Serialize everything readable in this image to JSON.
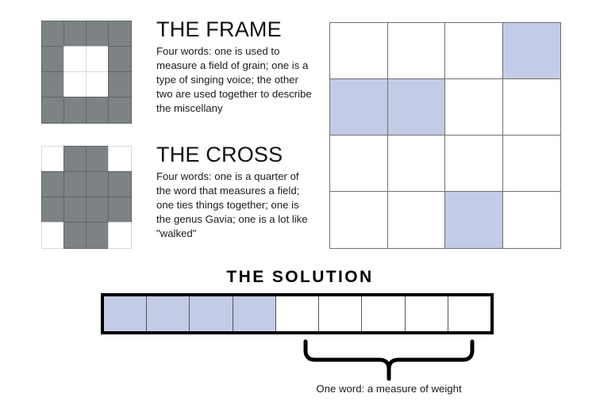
{
  "clues": [
    {
      "id": "frame",
      "title": "THE FRAME",
      "body": "Four words: one is used to measure a field of grain; one is a type of singing voice; the other two are used together to describe the miscellany",
      "shape_name": "frame-shape",
      "grid": [
        [
          1,
          1,
          1,
          1
        ],
        [
          1,
          0,
          0,
          1
        ],
        [
          1,
          0,
          0,
          1
        ],
        [
          1,
          1,
          1,
          1
        ]
      ]
    },
    {
      "id": "cross",
      "title": "THE CROSS",
      "body": "Four words: one is a quarter of the word that measures a field; one ties things together; one is the genus Gavia; one is a lot like \"walked\"",
      "shape_name": "cross-shape",
      "grid": [
        [
          0,
          1,
          1,
          0
        ],
        [
          1,
          1,
          1,
          1
        ],
        [
          1,
          1,
          1,
          1
        ],
        [
          0,
          1,
          1,
          0
        ]
      ]
    }
  ],
  "puzzle_grid": {
    "rows": 4,
    "cols": 4,
    "highlighted": [
      [
        0,
        0,
        0,
        1
      ],
      [
        1,
        1,
        0,
        0
      ],
      [
        0,
        0,
        0,
        0
      ],
      [
        0,
        0,
        1,
        0
      ]
    ]
  },
  "solution": {
    "title": "THE SOLUTION",
    "cells": [
      1,
      1,
      1,
      1,
      0,
      0,
      0,
      0,
      0
    ],
    "caption": "One word: a measure of weight",
    "brace_covers_cells": [
      5,
      6,
      7,
      8,
      9
    ]
  },
  "colors": {
    "shape_fill": "#7d8385",
    "highlight_blue": "#c3cbe6",
    "grid_line": "#6f6f6f",
    "bar_border": "#000000",
    "text": "#1a1a1a"
  }
}
